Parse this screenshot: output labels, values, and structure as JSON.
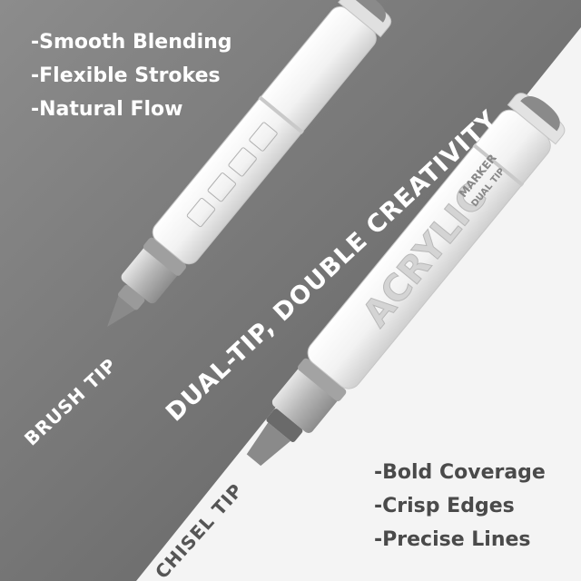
{
  "colors": {
    "background_dark": "#6d6d6d",
    "background_light": "#f4f4f4",
    "marker_body": "#f7f7f7",
    "marker_tip": "#8a8a8a"
  },
  "brush_features": [
    "-Smooth Blending",
    "-Flexible Strokes",
    "-Natural Flow"
  ],
  "chisel_features": [
    "-Bold Coverage",
    "-Crisp Edges",
    "-Precise Lines"
  ],
  "headline": "DUAL-TIP, DOUBLE CREATIVITY",
  "brush_tip_label": "BRUSH TIP",
  "chisel_tip_label": "CHISEL TIP",
  "marker_label": {
    "brand": "ACRYLIC",
    "line1": "MARKER",
    "line2": "DUAL TIP"
  }
}
